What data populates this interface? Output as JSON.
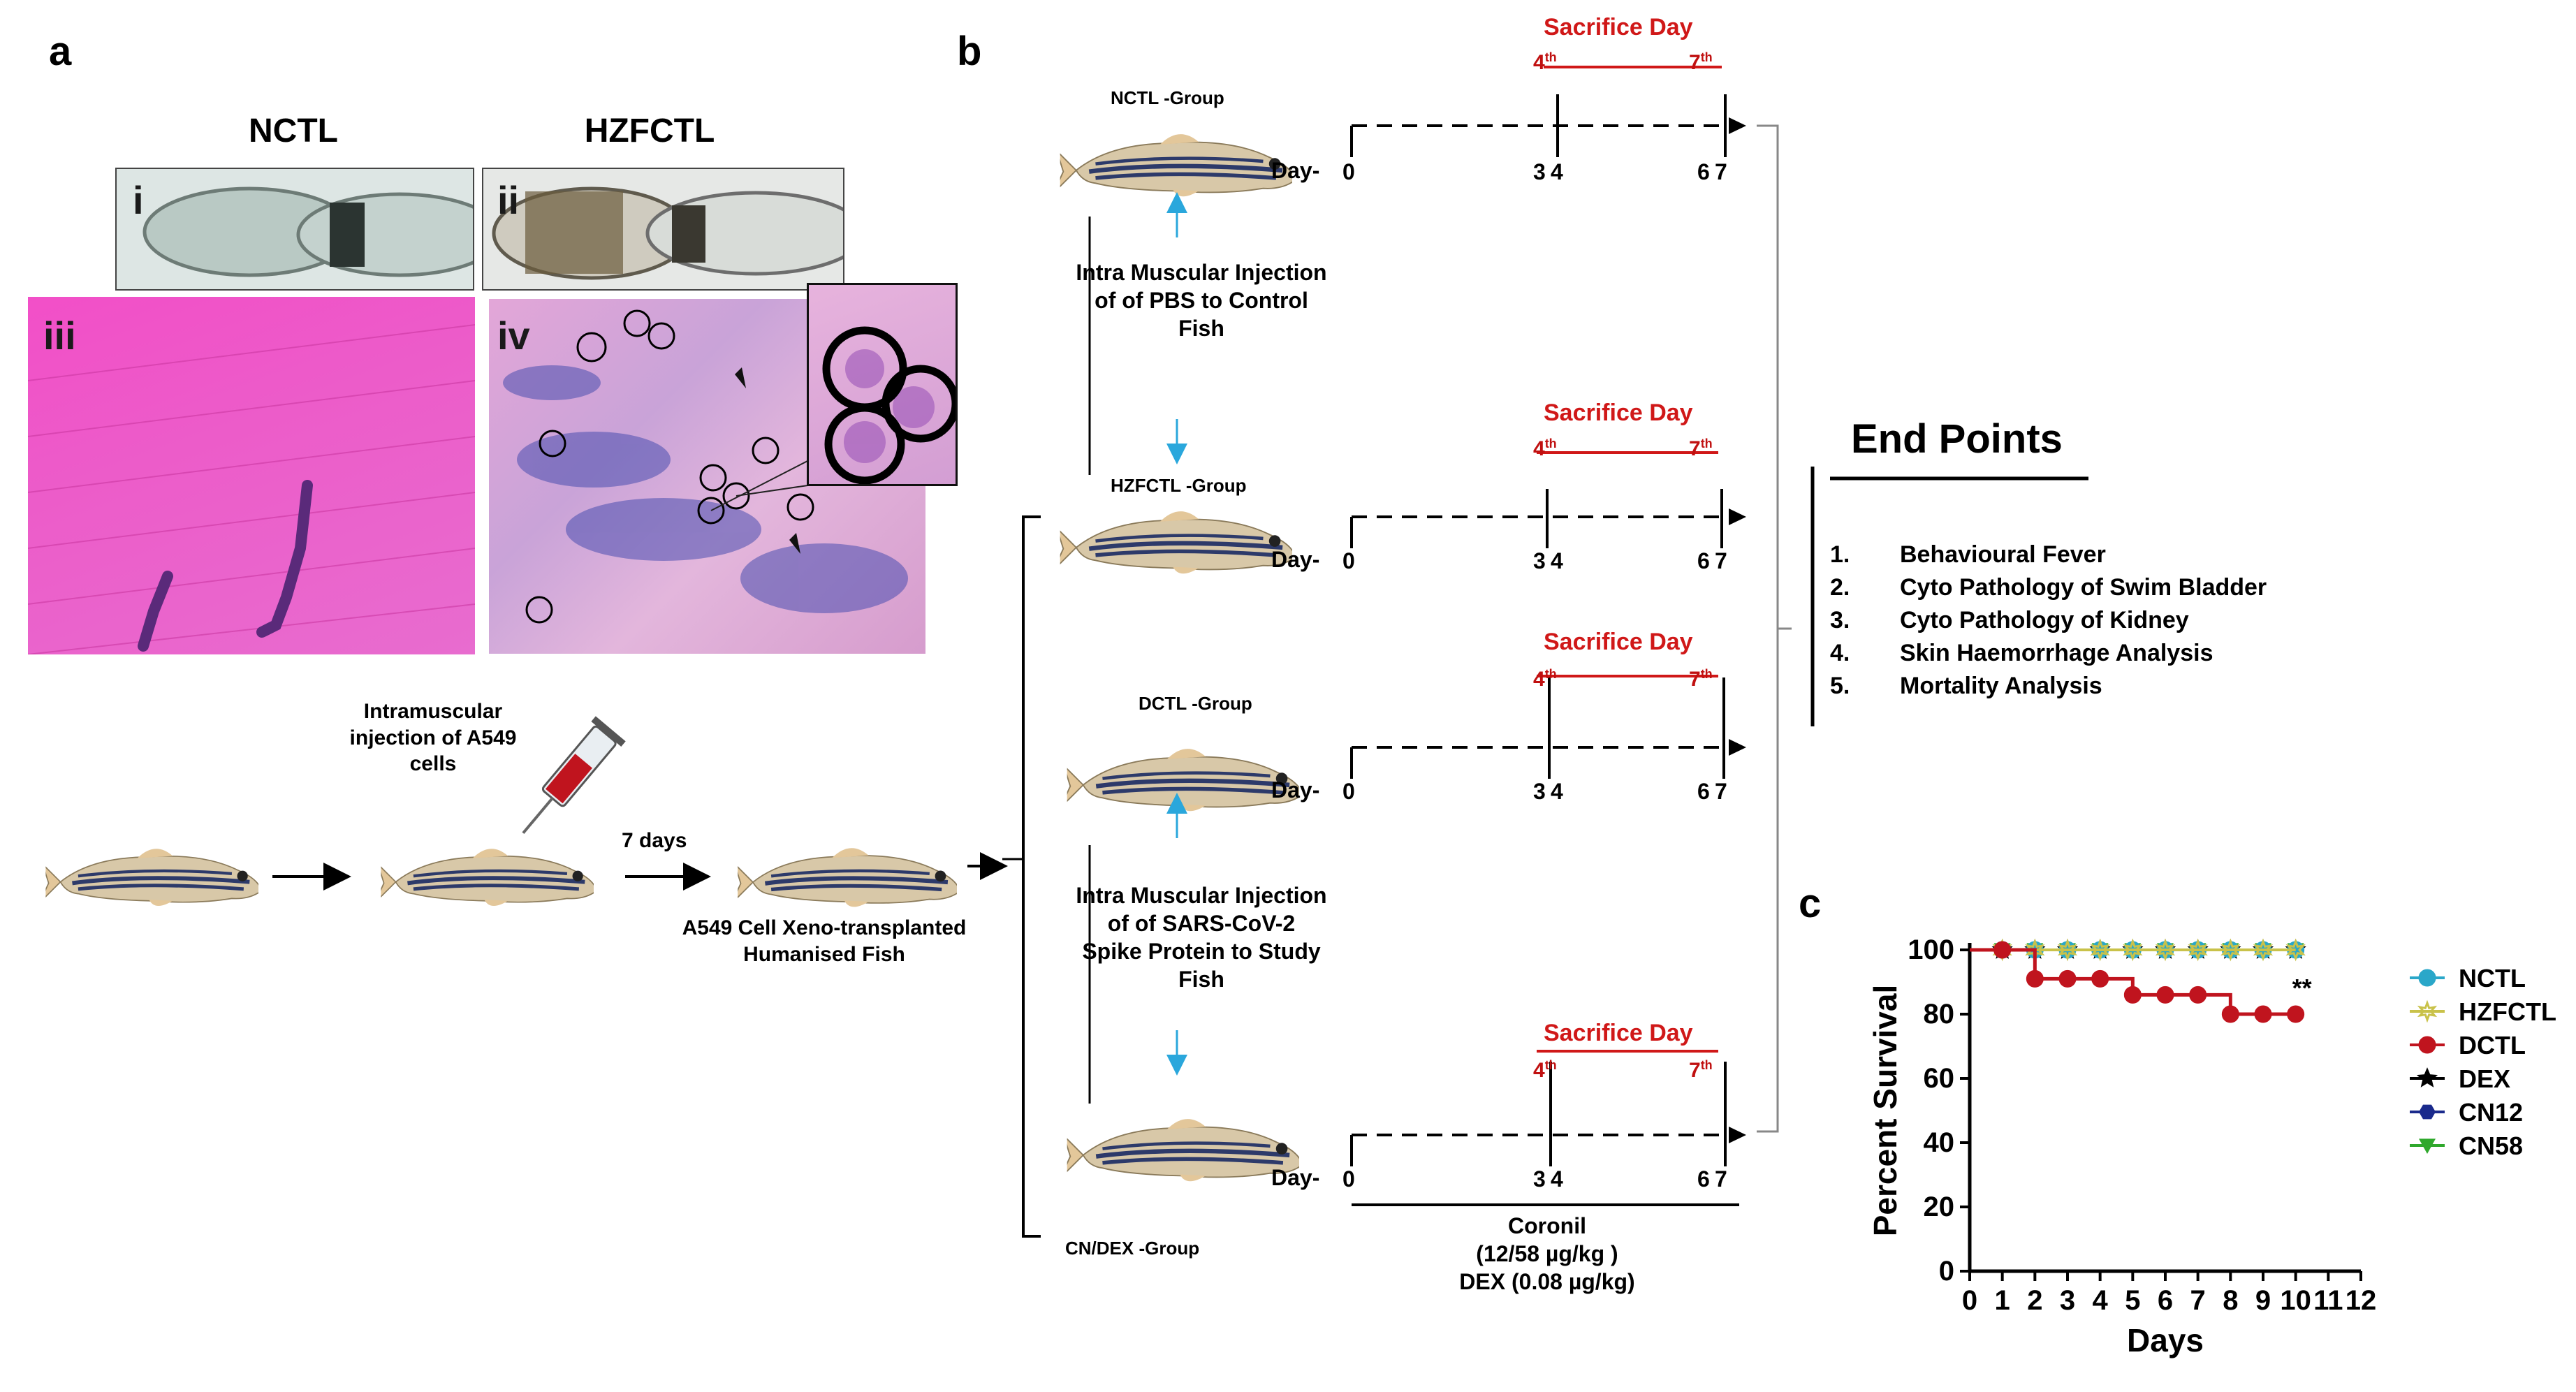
{
  "panel_a": {
    "letter": "a",
    "col_left": "NCTL",
    "col_right": "HZFCTL",
    "roman": [
      "i",
      "ii",
      "iii",
      "iv"
    ],
    "inject_label": "Intramuscular injection of A549 cells",
    "days_label": "7 days",
    "result_label": "A549 Cell Xeno-transplanted Humanised  Fish"
  },
  "panel_b": {
    "letter": "b",
    "groups": [
      "NCTL  -Group",
      "HZFCTL  -Group",
      "DCTL  -Group",
      "CN/DEX  -Group"
    ],
    "day_prefix": "Day-",
    "ticks": [
      "0",
      "3",
      "4",
      "6",
      "7"
    ],
    "sacrifice_day": "Sacrifice Day",
    "ord1_num": "4",
    "ord1_sup": "th",
    "ord2_num": "7",
    "ord2_sup": "th",
    "inj1": "Intra Muscular Injection of of PBS to Control Fish",
    "inj2": "Intra Muscular Injection of of  SARS-CoV-2 Spike Protein to Study Fish",
    "treatment": [
      "Coronil",
      "(12/58 µg/kg )",
      "DEX (0.08 µg/kg)"
    ]
  },
  "end_points": {
    "title": "End Points",
    "items": [
      {
        "num": "1.",
        "text": "Behavioural Fever"
      },
      {
        "num": "2.",
        "text": "Cyto Pathology of Swim Bladder"
      },
      {
        "num": "3.",
        "text": "Cyto Pathology of Kidney"
      },
      {
        "num": "4.",
        "text": "Skin Haemorrhage Analysis"
      },
      {
        "num": "5.",
        "text": "Mortality Analysis"
      }
    ]
  },
  "panel_c": {
    "letter": "c",
    "significance": "**"
  },
  "chart_data": {
    "type": "line",
    "title": "",
    "xlabel": "Days",
    "ylabel": "Percent Survival",
    "xlim": [
      0,
      12
    ],
    "ylim": [
      0,
      100
    ],
    "xticks": [
      "0",
      "1",
      "2",
      "3",
      "4",
      "5",
      "6",
      "7",
      "8",
      "9",
      "10",
      "11",
      "12"
    ],
    "yticks": [
      "0",
      "20",
      "40",
      "60",
      "80",
      "100"
    ],
    "legend_position": "right",
    "series": [
      {
        "name": "NCTL",
        "color": "#2aa7c9",
        "marker": "circle",
        "x": [
          0,
          1,
          2,
          3,
          4,
          5,
          6,
          7,
          8,
          9,
          10
        ],
        "y": [
          100,
          100,
          100,
          100,
          100,
          100,
          100,
          100,
          100,
          100,
          100
        ]
      },
      {
        "name": "HZFCTL",
        "color": "#c9c24a",
        "marker": "star-hex",
        "x": [
          0,
          1,
          2,
          3,
          4,
          5,
          6,
          7,
          8,
          9,
          10
        ],
        "y": [
          100,
          100,
          100,
          100,
          100,
          100,
          100,
          100,
          100,
          100,
          100
        ]
      },
      {
        "name": "DCTL",
        "color": "#c0141e",
        "marker": "circle",
        "x": [
          0,
          1,
          2,
          3,
          4,
          5,
          6,
          7,
          8,
          9,
          10
        ],
        "y": [
          100,
          100,
          91,
          91,
          91,
          86,
          86,
          86,
          80,
          80,
          80
        ]
      },
      {
        "name": "DEX",
        "color": "#000000",
        "marker": "star",
        "x": [
          0,
          1,
          2,
          3,
          4,
          5,
          6,
          7,
          8,
          9,
          10
        ],
        "y": [
          100,
          100,
          100,
          100,
          100,
          100,
          100,
          100,
          100,
          100,
          100
        ]
      },
      {
        "name": "CN12",
        "color": "#1a2a8c",
        "marker": "hexagon",
        "x": [
          0,
          1,
          2,
          3,
          4,
          5,
          6,
          7,
          8,
          9,
          10
        ],
        "y": [
          100,
          100,
          100,
          100,
          100,
          100,
          100,
          100,
          100,
          100,
          100
        ]
      },
      {
        "name": "CN58",
        "color": "#2fa82c",
        "marker": "triangle-down",
        "x": [
          0,
          1,
          2,
          3,
          4,
          5,
          6,
          7,
          8,
          9,
          10
        ],
        "y": [
          100,
          100,
          100,
          100,
          100,
          100,
          100,
          100,
          100,
          100,
          100
        ]
      }
    ]
  }
}
